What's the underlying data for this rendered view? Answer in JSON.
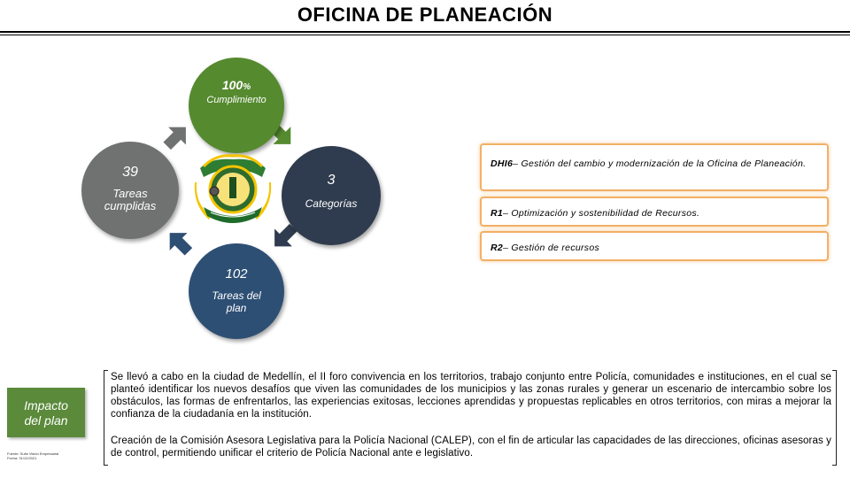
{
  "header": {
    "title": "OFICINA DE PLANEACIÓN"
  },
  "cycle": {
    "compliance": {
      "value": "100",
      "unit": "%",
      "label": "Cumplimiento",
      "color": "#558a2f"
    },
    "completed_tasks": {
      "value": "39",
      "label": "Tareas cumplidas",
      "color": "#707272"
    },
    "categories": {
      "value": "3",
      "label": "Categorías",
      "color": "#2f3b4e"
    },
    "plan_tasks": {
      "value": "102",
      "label": "Tareas del plan",
      "color": "#2e4f74"
    }
  },
  "categories_list": [
    {
      "code": "DHI6",
      "text": "– Gestión del cambio y modernización de la Oficina de Planeación."
    },
    {
      "code": "R1",
      "text": "– Optimización y sostenibilidad de Recursos."
    },
    {
      "code": "R2",
      "text": "– Gestión de recursos"
    }
  ],
  "impact": {
    "label_line1": "Impacto",
    "label_line2": "del plan",
    "source_line1": "Fuente: Suite Visión Empresarial",
    "source_line2": "Fecha: 31/12/2021",
    "paragraphs": [
      "Se llevó a cabo en la ciudad de Medellín, el II foro convivencia en los territorios, trabajo conjunto entre Policía, comunidades e instituciones, en el cual se planteó identificar los nuevos desafíos que viven las comunidades de los municipios y las zonas rurales y generar un escenario de intercambio sobre los obstáculos, las formas de enfrentarlos, las experiencias exitosas, lecciones aprendidas y propuestas replicables en otros territorios, con miras a mejorar la confianza de la ciudadanía en la institución.",
      "Creación de la Comisión Asesora Legislativa para la Policía Nacional (CALEP), con el fin de articular las capacidades de las direcciones, oficinas asesoras y de control, permitiendo unificar el criterio de Policía Nacional ante e legislativo."
    ]
  },
  "colors": {
    "accent_orange": "#f2b066",
    "impact_green": "#5a8a3a"
  },
  "icons": [
    "cycle-arrow-icon",
    "police-emblem-icon"
  ]
}
